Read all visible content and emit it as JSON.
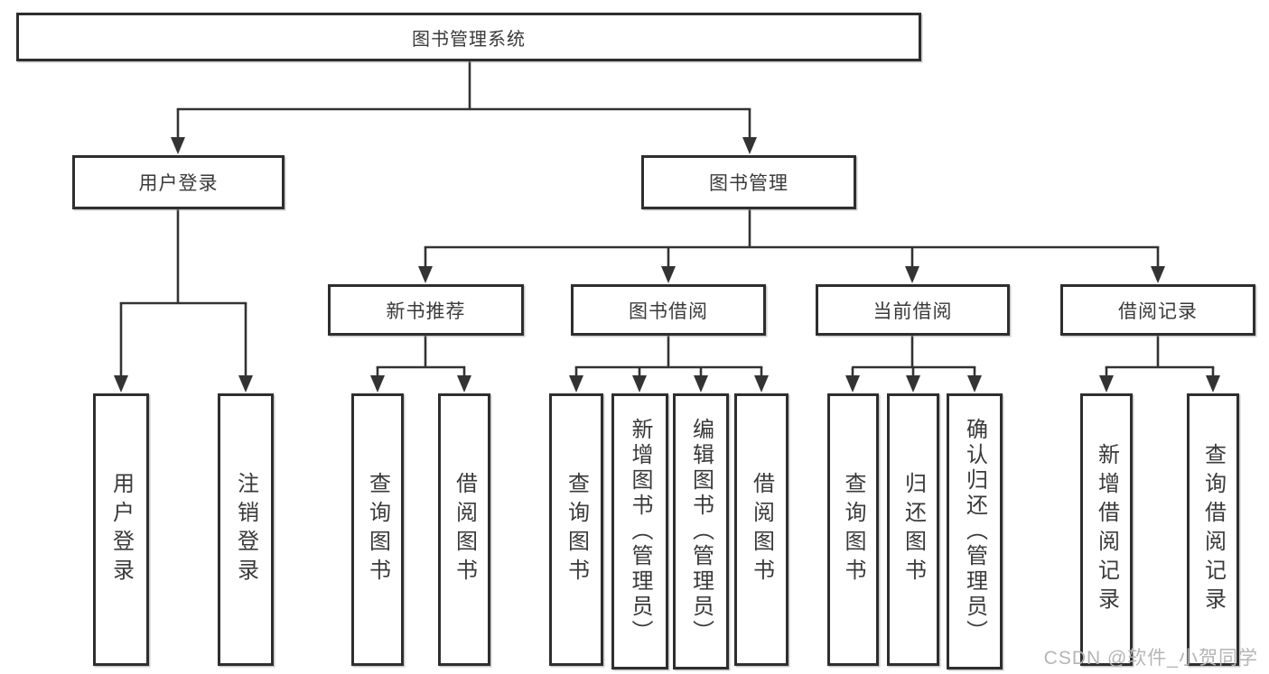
{
  "diagram_title": "图书管理系统",
  "nodes": {
    "root": "图书管理系统",
    "user_login": "用户登录",
    "book_mgmt": "图书管理",
    "new_book_rec": "新书推荐",
    "book_borrow": "图书借阅",
    "current_borrow": "当前借阅",
    "borrow_records": "借阅记录",
    "leaf_user_login": "用户登录",
    "leaf_logout": "注销登录",
    "rec_query_book": "查询图书",
    "rec_borrow_book": "借阅图书",
    "bb_query_book": "查询图书",
    "bb_add_book": "新增图书（管理员）",
    "bb_edit_book": "编辑图书（管理员）",
    "bb_borrow_book": "借阅图书",
    "cb_query_book": "查询图书",
    "cb_return_book": "归还图书",
    "cb_confirm_return": "确认归还（管理员）",
    "br_add_record": "新增借阅记录",
    "br_query_record": "查询借阅记录"
  },
  "edges": [
    {
      "from": "图书管理系统",
      "to": "用户登录"
    },
    {
      "from": "图书管理系统",
      "to": "图书管理"
    },
    {
      "from": "用户登录",
      "to": "用户登录"
    },
    {
      "from": "用户登录",
      "to": "注销登录"
    },
    {
      "from": "图书管理",
      "to": "新书推荐"
    },
    {
      "from": "图书管理",
      "to": "图书借阅"
    },
    {
      "from": "图书管理",
      "to": "当前借阅"
    },
    {
      "from": "图书管理",
      "to": "借阅记录"
    },
    {
      "from": "新书推荐",
      "to": "查询图书"
    },
    {
      "from": "新书推荐",
      "to": "借阅图书"
    },
    {
      "from": "图书借阅",
      "to": "查询图书"
    },
    {
      "from": "图书借阅",
      "to": "新增图书（管理员）"
    },
    {
      "from": "图书借阅",
      "to": "编辑图书（管理员）"
    },
    {
      "from": "图书借阅",
      "to": "借阅图书"
    },
    {
      "from": "当前借阅",
      "to": "查询图书"
    },
    {
      "from": "当前借阅",
      "to": "归还图书"
    },
    {
      "from": "当前借阅",
      "to": "确认归还（管理员）"
    },
    {
      "from": "借阅记录",
      "to": "新增借阅记录"
    },
    {
      "from": "借阅记录",
      "to": "查询借阅记录"
    }
  ],
  "watermark": "CSDN @软件_小贺同学",
  "colors": {
    "line": "#333333",
    "box_border": "#2e2e2e",
    "text": "#3a3a3a",
    "watermark": "#b5b5b5",
    "background": "#ffffff"
  }
}
